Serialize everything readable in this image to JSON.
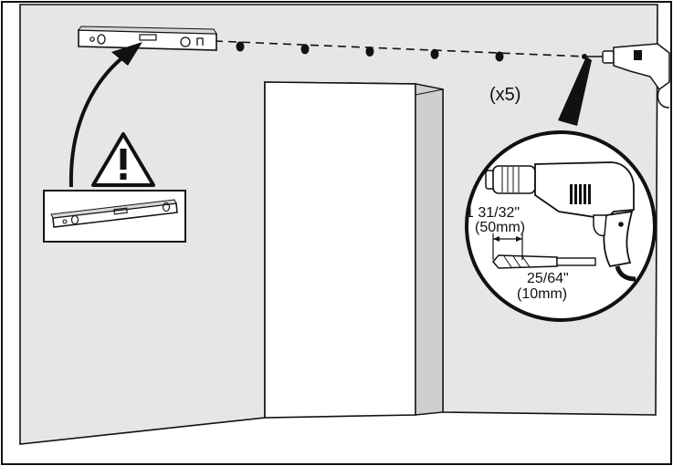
{
  "labels": {
    "count": "(x5)",
    "hole_depth_imperial": "1 31/32\"",
    "hole_depth_metric": "(50mm)",
    "bit_diameter_imperial": "25/64\"",
    "bit_diameter_metric": "(10mm)"
  },
  "icons": {
    "warning": "warning-triangle-icon",
    "level": "spirit-level-icon",
    "drill": "power-drill-icon"
  },
  "drill_holes": {
    "count": 5
  },
  "colors": {
    "wall": "#e6e6e6",
    "opening": "#ffffff",
    "jamb": "#cfcfcf",
    "outline": "#111111",
    "tool_fill": "#ffffff"
  }
}
